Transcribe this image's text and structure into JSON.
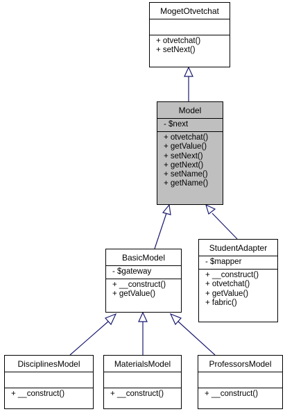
{
  "classes": {
    "moget": {
      "name": "MogetOtvetchat",
      "attributes": [],
      "operations": [
        "+ otvetchat()",
        "+ setNext()"
      ]
    },
    "model": {
      "name": "Model",
      "attributes": [
        "- $next"
      ],
      "operations": [
        "+ otvetchat()",
        "+ getValue()",
        "+ setNext()",
        "+ getNext()",
        "+ setName()",
        "+ getName()"
      ]
    },
    "basic": {
      "name": "BasicModel",
      "attributes": [
        "- $gateway"
      ],
      "operations": [
        "+ __construct()",
        "+ getValue()"
      ]
    },
    "student": {
      "name": "StudentAdapter",
      "attributes": [
        "- $mapper"
      ],
      "operations": [
        "+ __construct()",
        "+ otvetchat()",
        "+ getValue()",
        "+ fabric()"
      ]
    },
    "disciplines": {
      "name": "DisciplinesModel",
      "attributes": [],
      "operations": [
        "+ __construct()"
      ]
    },
    "materials": {
      "name": "MaterialsModel",
      "attributes": [],
      "operations": [
        "+ __construct()"
      ]
    },
    "professors": {
      "name": "ProfessorsModel",
      "attributes": [],
      "operations": [
        "+ __construct()"
      ]
    }
  },
  "colors": {
    "edge": "#191970",
    "highlight_fill": "#bfbfbf",
    "border": "#000000"
  }
}
